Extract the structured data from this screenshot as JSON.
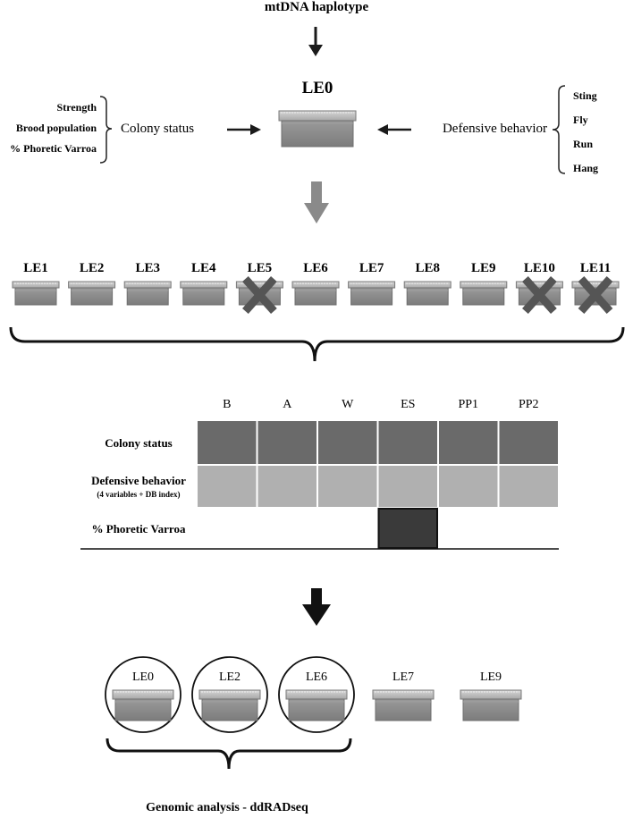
{
  "top_label": "mtDNA haplotype",
  "root_hive_label": "LE0",
  "colony_status": {
    "title": "Colony status",
    "items": [
      "Strength",
      "Brood population",
      "% Phoretic Varroa"
    ]
  },
  "defensive_behavior": {
    "title": "Defensive behavior",
    "items": [
      "Sting",
      "Fly",
      "Run",
      "Hang"
    ]
  },
  "hives": [
    {
      "label": "LE1",
      "excluded": false
    },
    {
      "label": "LE2",
      "excluded": false
    },
    {
      "label": "LE3",
      "excluded": false
    },
    {
      "label": "LE4",
      "excluded": false
    },
    {
      "label": "LE5",
      "excluded": true
    },
    {
      "label": "LE6",
      "excluded": false
    },
    {
      "label": "LE7",
      "excluded": false
    },
    {
      "label": "LE8",
      "excluded": false
    },
    {
      "label": "LE9",
      "excluded": false
    },
    {
      "label": "LE10",
      "excluded": true
    },
    {
      "label": "LE11",
      "excluded": true
    }
  ],
  "table": {
    "columns": [
      "B",
      "A",
      "W",
      "ES",
      "PP1",
      "PP2"
    ],
    "rows": [
      {
        "label": "Colony status",
        "sublabel": "",
        "cells": [
          true,
          true,
          true,
          true,
          true,
          true
        ]
      },
      {
        "label": "Defensive behavior",
        "sublabel": "(4 variables + DB index)",
        "cells": [
          true,
          true,
          true,
          true,
          true,
          true
        ]
      },
      {
        "label": "% Phoretic Varroa",
        "sublabel": "",
        "cells": [
          false,
          false,
          false,
          true,
          false,
          false
        ]
      }
    ]
  },
  "final_hives": [
    {
      "label": "LE0",
      "selected": true
    },
    {
      "label": "LE2",
      "selected": true
    },
    {
      "label": "LE6",
      "selected": true
    },
    {
      "label": "LE7",
      "selected": false
    },
    {
      "label": "LE9",
      "selected": false
    }
  ],
  "bottom_label": "Genomic analysis - ddRADseq",
  "colors": {
    "hive_body": "#8e8e8e",
    "hive_lid": "#bdbdbd",
    "cross": "#555555",
    "arrow_dark": "#1a1a1a",
    "arrow_gray": "#8a8a8a"
  }
}
